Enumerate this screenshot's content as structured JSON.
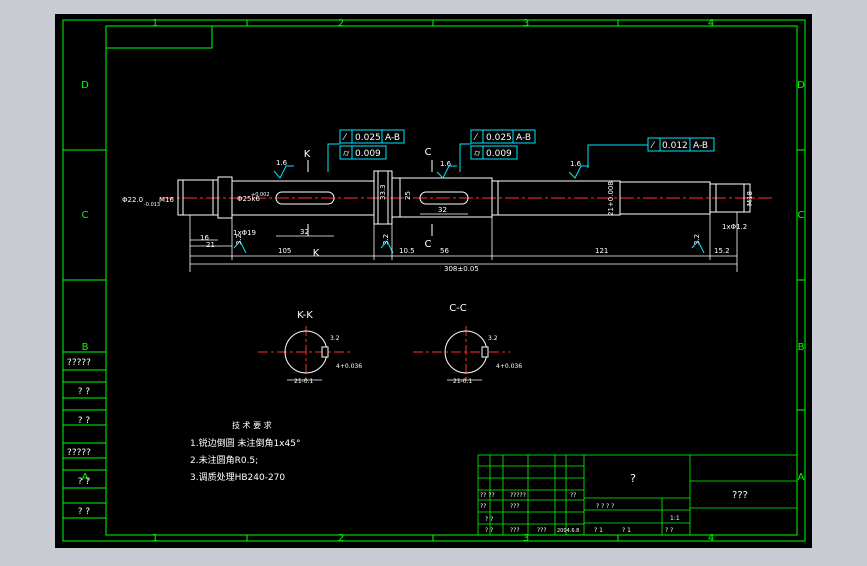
{
  "colors": {
    "window_bg": "#c9cdd3",
    "canvas": "#000000",
    "frame": "#00ff00",
    "part": "#ffffff",
    "dim": "#ffffff",
    "center": "#ff3030",
    "hatch": "#ffd700",
    "cyan": "#00e5ff",
    "text": "#ffffff"
  },
  "border": {
    "cols_top": [
      "1",
      "2",
      "3",
      "4"
    ],
    "cols_bottom": [
      "1",
      "2",
      "3",
      "4"
    ],
    "rows_left": [
      "D",
      "C",
      "B",
      "A"
    ],
    "rows_right": [
      "D",
      "C",
      "B",
      "A"
    ]
  },
  "tolerances": {
    "box1_val": "0.025",
    "box1_ref": "A-B",
    "box2_val": "0.009",
    "box3_val": "0.025",
    "box3_ref": "A-B",
    "box4_val": "0.009",
    "box5_val": "0.012",
    "box5_ref": "A-B"
  },
  "section_marks": {
    "k_top": "K",
    "k_bottom": "K",
    "c_top": "C",
    "c_bottom": "C"
  },
  "roughness": {
    "r1": "1.6",
    "r2": "1.6",
    "r3": "1.6",
    "r4": "3.2",
    "r5": "3.2",
    "r6": "3.2"
  },
  "dims": {
    "d_phi22": "Φ22.0",
    "d_phi22_tol": "-0.013",
    "m16": "M16",
    "k6": "Φ25k6",
    "k6_tol": "+0.002",
    "d_33": "33.3",
    "d_25": "25",
    "d_21_tol": "21+0.008",
    "m18": "M18",
    "key1": "32",
    "key2": "32",
    "d_16": "16",
    "d_21": "21",
    "chamfer_l": "1xΦ19",
    "chamfer_r": "1xΦ1.2",
    "d_105": "105",
    "d_105b": "10.5",
    "d_56": "56",
    "d_121": "121",
    "d_152": "15.2",
    "total": "308±0.05"
  },
  "sections": {
    "kk_title": "K-K",
    "cc_title": "C-C",
    "kk_w": "21-0.1",
    "cc_w": "21-0.1",
    "kk_key": "4+0.036",
    "cc_key": "4+0.036",
    "kk_r": "3.2",
    "cc_r": "3.2"
  },
  "notes": {
    "title": "技 术 要 求",
    "line1": "1.锐边倒圆  未注倒角1x45°",
    "line2": "2.未注圆角R0.5;",
    "line3": "3.调质处理HB240-270"
  },
  "left_strip": {
    "cell1": "?????",
    "cell2": "?   ?",
    "cell3": "?   ?",
    "cell4": "?????",
    "cell5": "?   ?",
    "cell6": "?   ?"
  },
  "title_block": {
    "big_mark": "?",
    "drawing_name": "???",
    "r1a": "?? ??",
    "r1b": "?????",
    "r1c": "??",
    "r2a": "??",
    "r2b": "???",
    "r2c": "? ? ? ?",
    "r3a": "? ?",
    "r3b": "1:1",
    "r4a": "? ?",
    "r4b": "???",
    "r4c": "???",
    "r4d": "2004.6.8",
    "r4e": "?   1",
    "r4f": "?   1",
    "r4g": "?   ?"
  }
}
